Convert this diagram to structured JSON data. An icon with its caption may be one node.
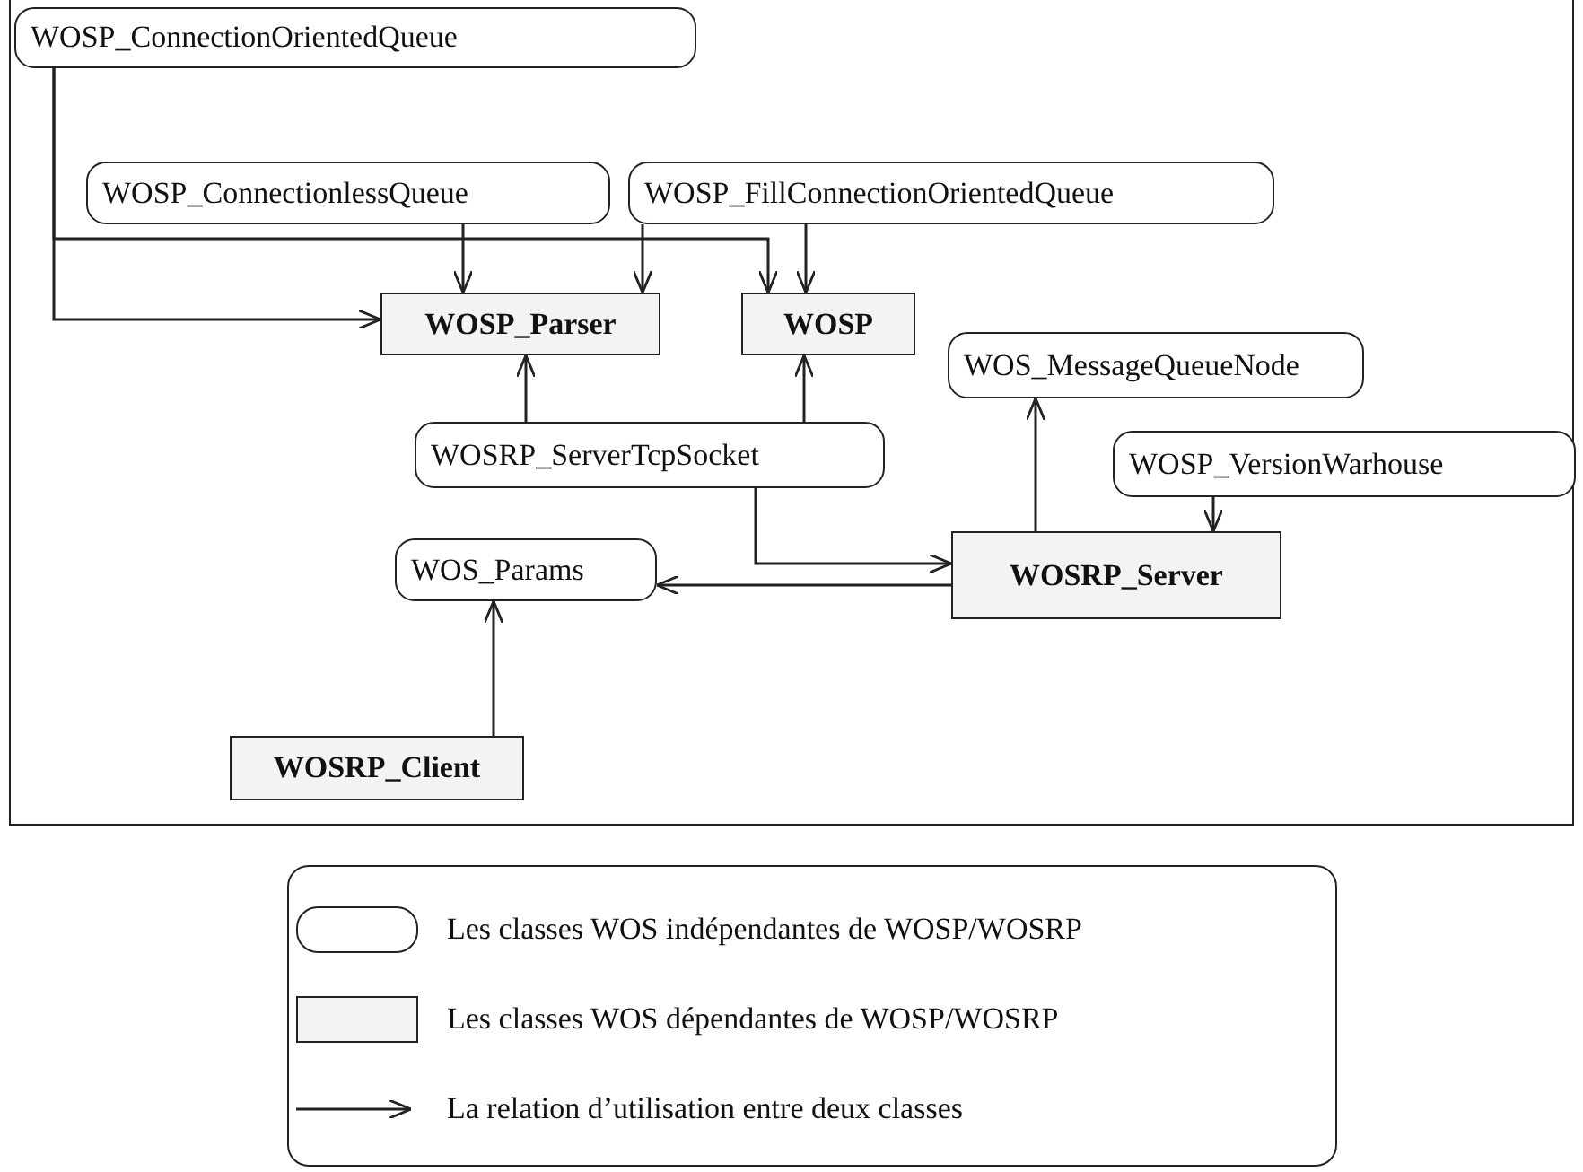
{
  "diagram": {
    "nodes": [
      {
        "text": [
          "WOSP_ConnectionOrientedQueue"
        ]
      },
      {
        "text": [
          "WOSP_ConnectionlessQueue"
        ]
      },
      {
        "text": [
          "WOSP_FillConnectionOrientedQueue"
        ]
      },
      {
        "text": [
          "WOSP_Parser"
        ]
      },
      {
        "text": [
          "WOSP"
        ]
      },
      {
        "text": [
          "WOS_MessageQueueNode"
        ]
      },
      {
        "text": [
          "WOSRP_ServerTcpSocket"
        ]
      },
      {
        "text": [
          "WOSP_VersionWarhouse"
        ]
      },
      {
        "text": [
          "WOS_Params"
        ]
      },
      {
        "text": [
          "WOSRP_Server"
        ]
      },
      {
        "text": [
          "WOSRP_Client"
        ]
      }
    ],
    "edges": [
      {
        "from": 0,
        "to": 3,
        "arrow": "to"
      },
      {
        "from": 0,
        "to": 4,
        "arrow": "to"
      },
      {
        "from": 1,
        "to": 3,
        "arrow": "to"
      },
      {
        "from": 2,
        "to": 3,
        "arrow": "to"
      },
      {
        "from": 2,
        "to": 4,
        "arrow": "to"
      },
      {
        "from": 6,
        "to": 3,
        "arrow": "to"
      },
      {
        "from": 6,
        "to": 4,
        "arrow": "to"
      },
      {
        "from": 6,
        "to": 9,
        "arrow": "to"
      },
      {
        "from": 9,
        "to": 8,
        "arrow": "to"
      },
      {
        "from": 9,
        "to": 5,
        "arrow": "to"
      },
      {
        "from": 7,
        "to": 9,
        "arrow": "to"
      },
      {
        "from": 10,
        "to": 8,
        "arrow": "to"
      }
    ],
    "legend": [
      {
        "text": "Les classes WOS indépendantes de WOSP/WOSRP"
      },
      {
        "text": "Les classes WOS dépendantes de WOSP/WOSRP"
      },
      {
        "text": "La relation d’utilisation entre deux classes"
      }
    ]
  }
}
